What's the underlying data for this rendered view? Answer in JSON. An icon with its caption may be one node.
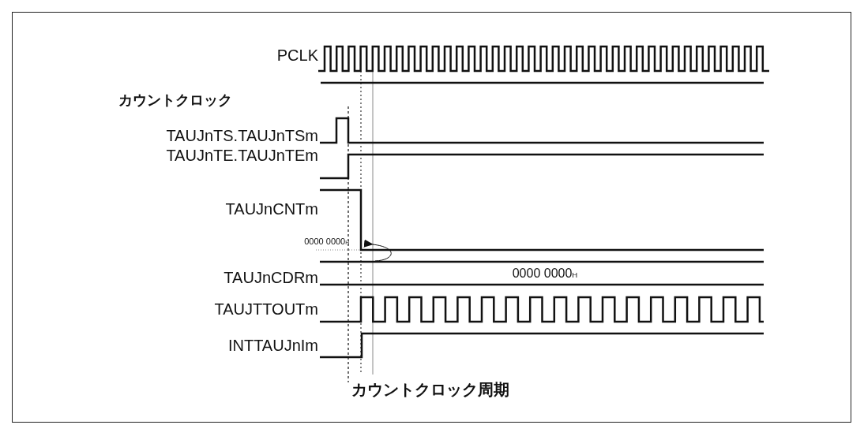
{
  "diagram": {
    "labels": [
      "PCLK",
      "カウントクロック",
      "TAUJnTS.TAUJnTSm",
      "TAUJnTE.TAUJnTEm",
      "TAUJnCNTm",
      "0000 0000$_{H}$",
      "TAUJnCDRm",
      "0000 0000$_{H}$",
      "TAUJTTOUTm",
      "INTTAUJnIm",
      "カウントクロック周期"
    ]
  }
}
